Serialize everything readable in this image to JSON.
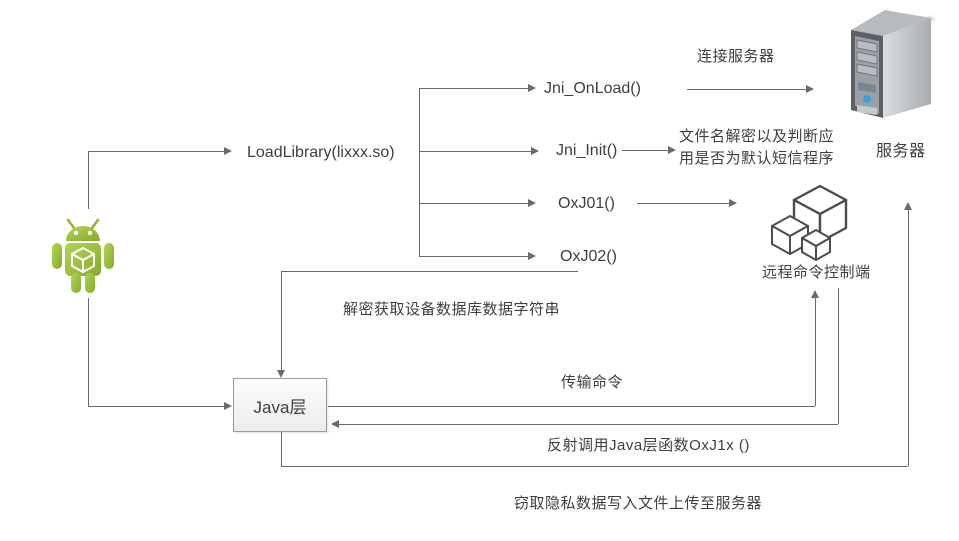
{
  "diagram": {
    "nodes": {
      "load_library": "LoadLibrary(lixxx.so)",
      "jni_onload": "Jni_OnLoad()",
      "jni_init": "Jni_Init()",
      "oxj01": "OxJ01()",
      "oxj02": "OxJ02()",
      "java_layer": "Java层",
      "server": "服务器",
      "remote_control": "远程命令控制端"
    },
    "edge_labels": {
      "connect_server": "连接服务器",
      "filename_decrypt_line1": "文件名解密以及判断应",
      "filename_decrypt_line2": "用是否为默认短信程序",
      "decrypt_db_string": "解密获取设备数据库数据字符串",
      "transmit_command": "传输命令",
      "reflect_call": "反射调用Java层函数OxJ1x ()",
      "steal_upload": "窃取隐私数据写入文件上传至服务器"
    },
    "icons": {
      "android": "android-robot-icon",
      "server": "server-tower-icon",
      "remote_control": "command-cubes-icon"
    },
    "colors": {
      "line": "#6a6a6a",
      "text": "#3f3f3f",
      "android_green": "#9dc440",
      "android_green_dark": "#86ad27",
      "server_side_gray": "#c9cdd1",
      "server_front_dark": "#5a6067",
      "led_blue": "#39a0e0",
      "cube_stroke": "#4d4d4d",
      "java_box_fill": "#f2f2f2",
      "java_box_border": "#9b9b9b",
      "background": "#ffffff"
    }
  }
}
